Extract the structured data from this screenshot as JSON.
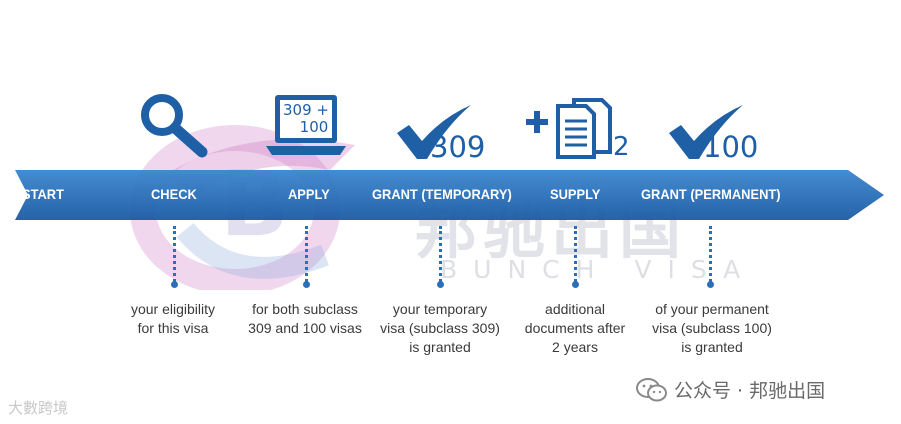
{
  "colors": {
    "arrow_top": "#2f7cc6",
    "arrow_bottom": "#1e5ea8",
    "icon_blue": "#1f5fa6",
    "text": "#3a3a3a"
  },
  "timeline": {
    "start_label": "START",
    "steps": [
      {
        "label": "CHECK",
        "icon": "magnifier-icon",
        "description": [
          "your eligibility",
          "for this visa"
        ]
      },
      {
        "label": "APPLY",
        "icon": "laptop-icon",
        "icon_text": [
          "309 +",
          "100"
        ],
        "description": [
          "for both subclass",
          "309 and 100 visas"
        ]
      },
      {
        "label": "GRANT (TEMPORARY)",
        "icon": "check-309-icon",
        "icon_text": "309",
        "description": [
          "your temporary",
          "visa (subclass 309)",
          "is granted"
        ]
      },
      {
        "label": "SUPPLY",
        "icon": "add-documents-icon",
        "icon_text": "2",
        "description": [
          "additional",
          "documents after",
          "2 years"
        ]
      },
      {
        "label": "GRANT (PERMANENT)",
        "icon": "check-100-icon",
        "icon_text": "100",
        "description": [
          "of your permanent",
          "visa (subclass 100)",
          "is granted"
        ]
      }
    ]
  },
  "watermark": {
    "chinese": "邦驰出国",
    "english": "BUNCH VISA"
  },
  "footer": {
    "left_text": "大數跨境",
    "right_text": "公众号 · 邦驰出国"
  }
}
